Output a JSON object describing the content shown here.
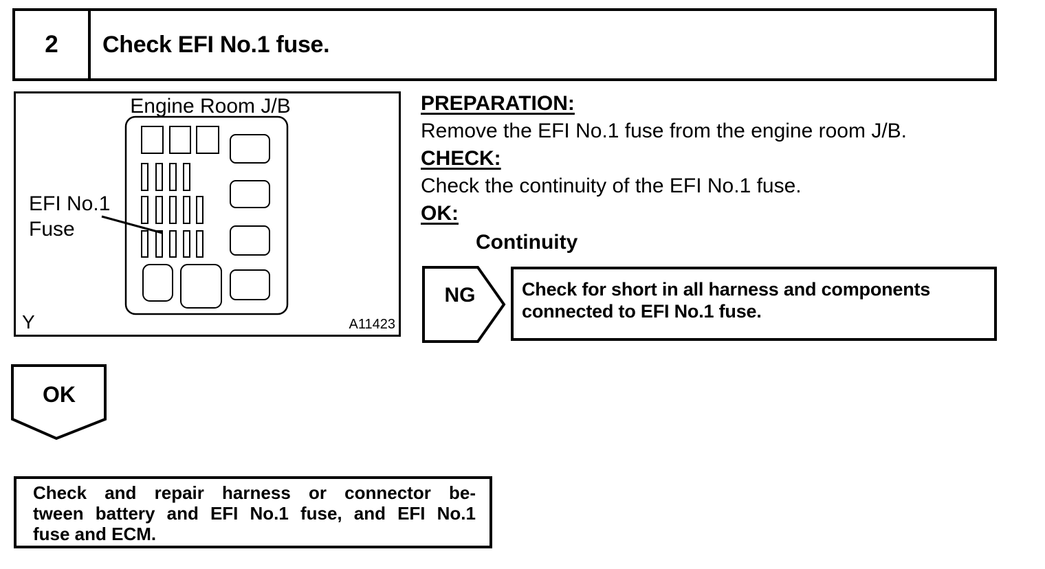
{
  "header": {
    "step_number": "2",
    "title": "Check EFI No.1 fuse."
  },
  "figure": {
    "title": "Engine Room J/B",
    "callout_line1": "EFI No.1",
    "callout_line2": "Fuse",
    "page_marker": "Y",
    "figure_code": "A11423"
  },
  "instructions": {
    "items": [
      {
        "kind": "heading",
        "text": "PREPARATION:"
      },
      {
        "kind": "body",
        "text": "Remove the EFI No.1 fuse from the engine room J/B."
      },
      {
        "kind": "heading",
        "text": "CHECK:"
      },
      {
        "kind": "body",
        "text": "Check the continuity of the EFI No.1 fuse."
      },
      {
        "kind": "heading",
        "text": "OK:"
      },
      {
        "kind": "value",
        "text": "Continuity"
      }
    ]
  },
  "ng_branch": {
    "label": "NG",
    "action_line1": "Check for short in all harness and components",
    "action_line2": "connected to EFI No.1 fuse."
  },
  "ok_branch": {
    "label": "OK"
  },
  "result_box": {
    "line1": "Check and repair harness or connector be-",
    "line2": "tween battery and EFI No.1 fuse, and EFI No.1",
    "line3": "fuse and ECM."
  },
  "colors": {
    "ink": "#000000",
    "paper": "#ffffff"
  }
}
